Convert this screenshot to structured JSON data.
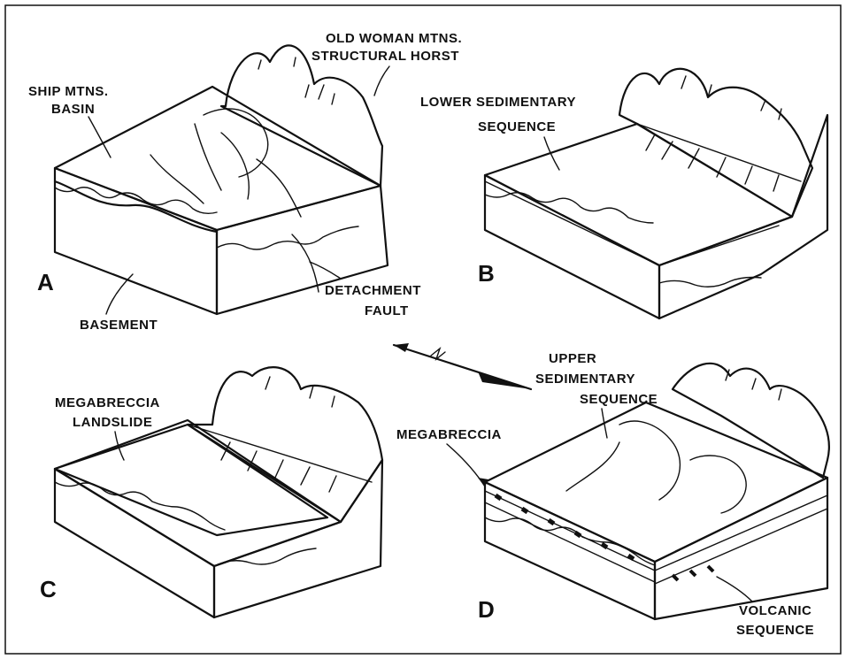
{
  "panels": [
    {
      "letter": "A",
      "labels": {
        "ship_line1": "SHIP MTNS.",
        "ship_line2": "BASIN",
        "oldwoman_line1": "OLD WOMAN MTNS.",
        "oldwoman_line2": "STRUCTURAL HORST",
        "basement": "BASEMENT",
        "detach_line1": "DETACHMENT",
        "detach_line2": "FAULT"
      }
    },
    {
      "letter": "B",
      "labels": {
        "lower_line1": "LOWER SEDIMENTARY",
        "lower_line2": "SEQUENCE"
      }
    },
    {
      "letter": "C",
      "labels": {
        "mega_line1": "MEGABRECCIA",
        "mega_line2": "LANDSLIDE"
      }
    },
    {
      "letter": "D",
      "labels": {
        "upper_line1": "UPPER",
        "upper_line2": "SEDIMENTARY",
        "upper_line3": "SEQUENCE",
        "megabreccia": "MEGABRECCIA",
        "volcanic_line1": "VOLCANIC",
        "volcanic_line2": "SEQUENCE"
      }
    }
  ],
  "north_arrow": {
    "symbol": "N"
  },
  "colors": {
    "ink": "#111111",
    "background": "#ffffff"
  }
}
